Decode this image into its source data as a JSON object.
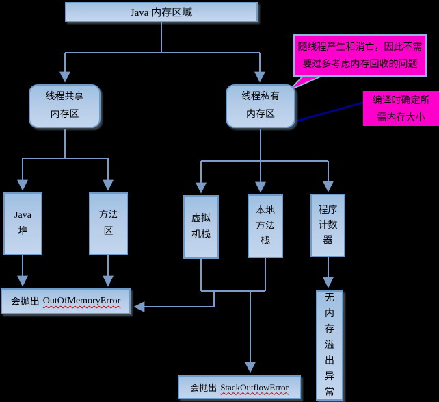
{
  "diagram_title": "Java 内存区域",
  "title_box": {
    "label": "Java 内存区域"
  },
  "groups": {
    "shared": {
      "label": "线程共享\n内存区"
    },
    "private": {
      "label": "线程私有\n内存区"
    }
  },
  "areas": {
    "heap": {
      "label": "Java\n堆"
    },
    "method_area": {
      "label": "方法\n区"
    },
    "vm_stack": {
      "label": "虚拟\n机栈"
    },
    "native_stack": {
      "label": "本地\n方法\n栈"
    },
    "pc_register": {
      "label": "程序\n计数\n器"
    }
  },
  "outcomes": {
    "oom": {
      "prefix": "会抛出",
      "error": "OutOfMemoryError"
    },
    "stack_overflow": {
      "prefix": "会抛出",
      "error": "StackOutflowError"
    },
    "no_overflow": {
      "label": "无\n内\n存\n溢\n出\n异\n常"
    }
  },
  "callouts": {
    "lifecycle": {
      "text": "随线程产生和消亡，因此不需\n要过多考虑内存回收的问题"
    },
    "compile_time": {
      "text": "编译时确定所\n需内存大小"
    }
  },
  "colors": {
    "background": "#000000",
    "node_fill_top": "#9ec0e2",
    "node_fill_bottom": "#c3d6ee",
    "node_border": "#6d9ac7",
    "connector": "#7b9cc9",
    "callout_fill": "#ff00cc",
    "callout_border": "#8fb8dc",
    "pointer_line": "#00008b",
    "spellcheck_squiggle": "#c80000",
    "text": "#000000"
  }
}
